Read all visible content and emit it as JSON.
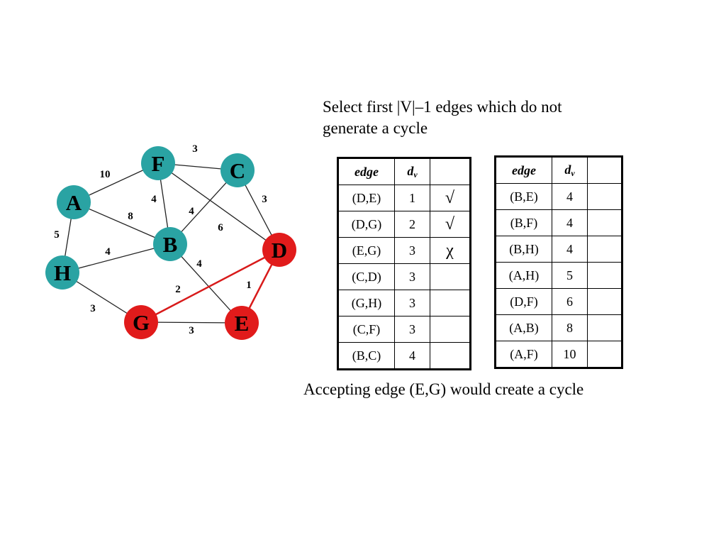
{
  "caption": {
    "line1": "Select first |V|–1 edges which do not",
    "line2": "generate a cycle"
  },
  "footer": "Accepting edge (E,G) would create a cycle",
  "colors": {
    "node_default": "#2aa3a3",
    "node_selected": "#e11b1b",
    "edge_default": "#222222",
    "edge_selected": "#d81a1a"
  },
  "graph": {
    "nodes": [
      {
        "id": "F",
        "label": "F",
        "selected": false
      },
      {
        "id": "C",
        "label": "C",
        "selected": false
      },
      {
        "id": "A",
        "label": "A",
        "selected": false
      },
      {
        "id": "B",
        "label": "B",
        "selected": false
      },
      {
        "id": "D",
        "label": "D",
        "selected": true
      },
      {
        "id": "H",
        "label": "H",
        "selected": false
      },
      {
        "id": "G",
        "label": "G",
        "selected": true
      },
      {
        "id": "E",
        "label": "E",
        "selected": true
      }
    ],
    "edges": [
      {
        "from": "F",
        "to": "C",
        "weight": "3",
        "selected": false
      },
      {
        "from": "A",
        "to": "F",
        "weight": "10",
        "selected": false
      },
      {
        "from": "F",
        "to": "B",
        "weight": "4",
        "selected": false
      },
      {
        "from": "F",
        "to": "D",
        "weight": "6",
        "selected": false
      },
      {
        "from": "C",
        "to": "B",
        "weight": "4",
        "selected": false
      },
      {
        "from": "C",
        "to": "D",
        "weight": "3",
        "selected": false
      },
      {
        "from": "A",
        "to": "B",
        "weight": "8",
        "selected": false
      },
      {
        "from": "A",
        "to": "H",
        "weight": "5",
        "selected": false
      },
      {
        "from": "H",
        "to": "B",
        "weight": "4",
        "selected": false
      },
      {
        "from": "B",
        "to": "E",
        "weight": "4",
        "selected": false
      },
      {
        "from": "H",
        "to": "G",
        "weight": "3",
        "selected": false
      },
      {
        "from": "G",
        "to": "E",
        "weight": "3",
        "selected": false
      },
      {
        "from": "G",
        "to": "D",
        "weight": "2",
        "selected": true
      },
      {
        "from": "D",
        "to": "E",
        "weight": "1",
        "selected": true
      }
    ]
  },
  "table1": {
    "header_edge": "edge",
    "header_d": "d",
    "header_sub": "v",
    "rows": [
      {
        "edge": "(D,E)",
        "dv": "1",
        "mark": "√"
      },
      {
        "edge": "(D,G)",
        "dv": "2",
        "mark": "√"
      },
      {
        "edge": "(E,G)",
        "dv": "3",
        "mark": "χ"
      },
      {
        "edge": "(C,D)",
        "dv": "3",
        "mark": ""
      },
      {
        "edge": "(G,H)",
        "dv": "3",
        "mark": ""
      },
      {
        "edge": "(C,F)",
        "dv": "3",
        "mark": ""
      },
      {
        "edge": "(B,C)",
        "dv": "4",
        "mark": ""
      }
    ]
  },
  "table2": {
    "header_edge": "edge",
    "header_d": "d",
    "header_sub": "v",
    "rows": [
      {
        "edge": "(B,E)",
        "dv": "4",
        "mark": ""
      },
      {
        "edge": "(B,F)",
        "dv": "4",
        "mark": ""
      },
      {
        "edge": "(B,H)",
        "dv": "4",
        "mark": ""
      },
      {
        "edge": "(A,H)",
        "dv": "5",
        "mark": ""
      },
      {
        "edge": "(D,F)",
        "dv": "6",
        "mark": ""
      },
      {
        "edge": "(A,B)",
        "dv": "8",
        "mark": ""
      },
      {
        "edge": "(A,F)",
        "dv": "10",
        "mark": ""
      }
    ]
  }
}
